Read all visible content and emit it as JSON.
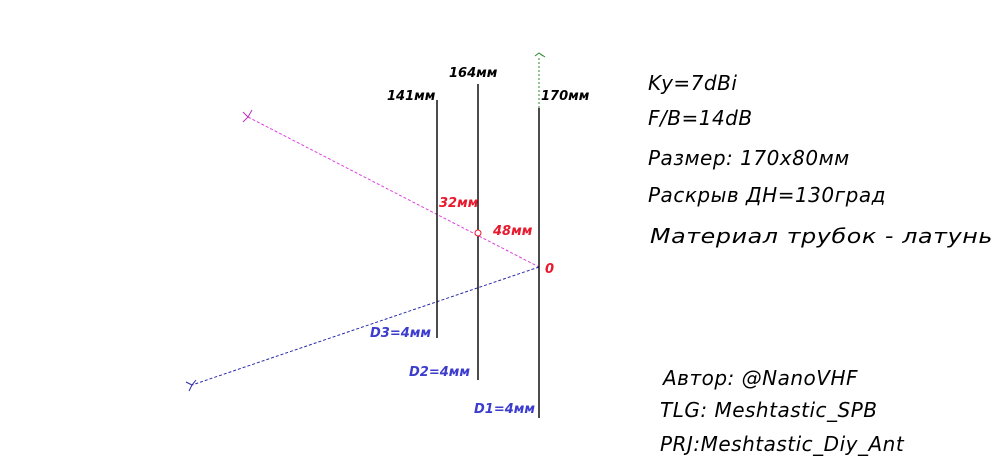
{
  "elements": [
    {
      "id": "reflector",
      "length_label": "170мм",
      "diameter_label": "D1=4мм"
    },
    {
      "id": "driven",
      "length_label": "164мм",
      "diameter_label": "D2=4мм"
    },
    {
      "id": "director",
      "length_label": "141мм",
      "diameter_label": "D3=4мм"
    }
  ],
  "dimensions": {
    "spacing_1": "32мм",
    "spacing_2": "48мм",
    "origin": "0"
  },
  "specs": [
    "Ky=7dBi",
    "F/B=14dB",
    "Размер: 170х80мм",
    "Раскрыв ДН=130град",
    "Материал трубок - латунь"
  ],
  "credits": [
    "Автор: @NanoVHF",
    "TLG: Meshtastic_SPB",
    "PRJ:Meshtastic_Diy_Ant"
  ],
  "colors": {
    "lines": "#000000",
    "dimension_red": "#e8192c",
    "dimension_blue": "#3c3ccf",
    "axis_green": "#2a8a2a",
    "magenta_guide": "#e040e0"
  }
}
